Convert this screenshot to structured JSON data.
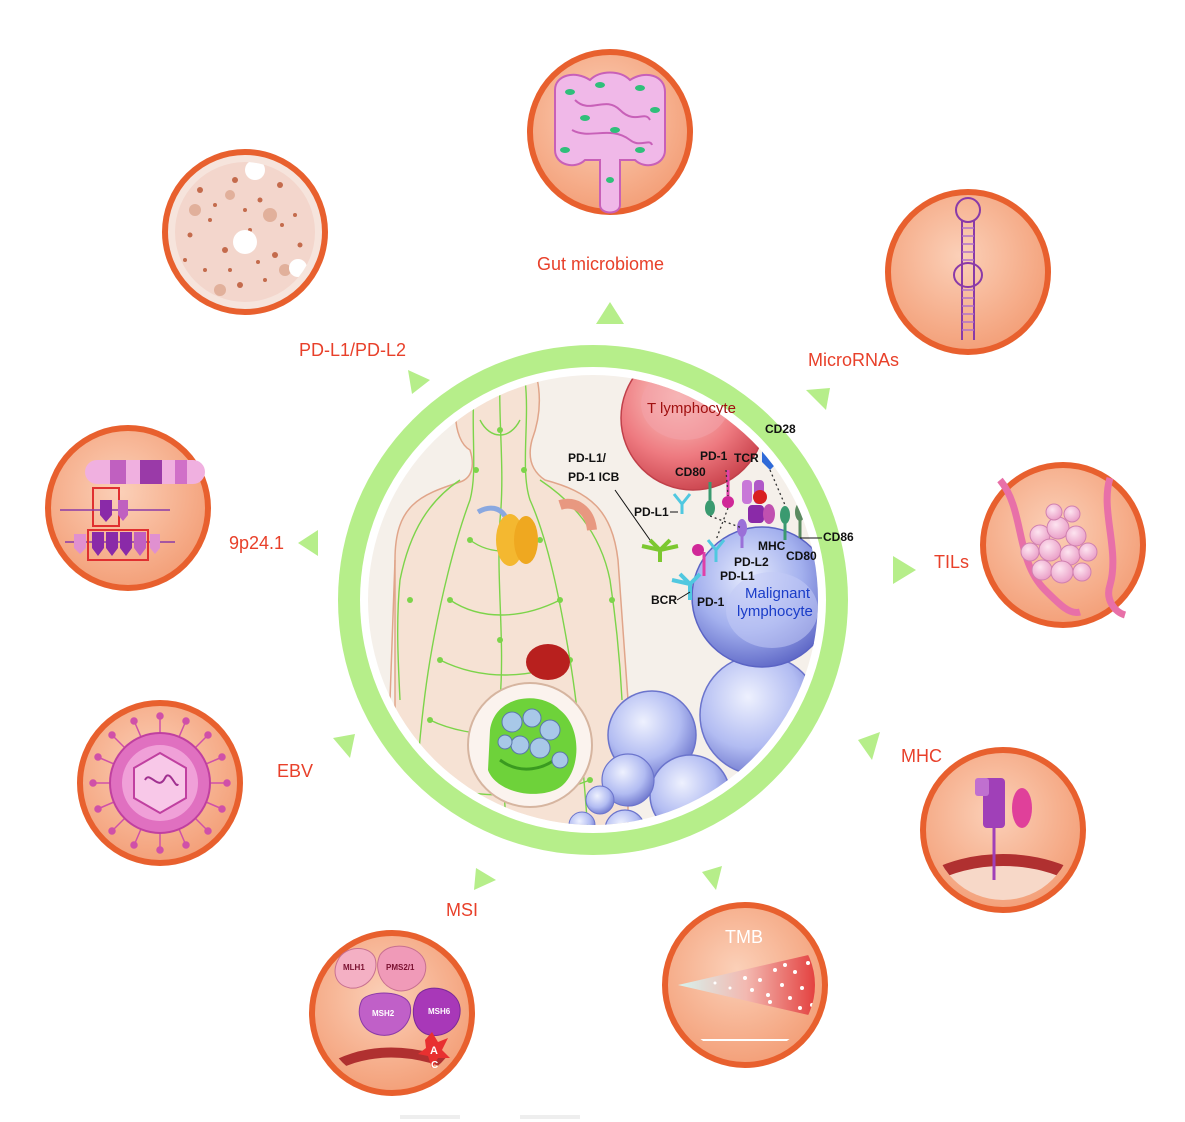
{
  "factors": {
    "gut_microbiome": "Gut microbiome",
    "micrornas": "MicroRNAs",
    "tils": "TILs",
    "mhc": "MHC",
    "tmb": "TMB",
    "msi": "MSI",
    "ebv": "EBV",
    "locus": "9p24.1",
    "pdl": "PD-L1/PD-L2"
  },
  "cells": {
    "t_cell": "T lymphocyte",
    "malignant_1": "Malignant",
    "malignant_2": "lymphocyte"
  },
  "molecules": {
    "cd28": "CD28",
    "pd1_top": "PD-1",
    "tcr": "TCR",
    "cd80_top": "CD80",
    "icb_1": "PD-L1/",
    "icb_2": "PD-1 ICB",
    "pdl1_left": "PD-L1",
    "mhc": "MHC",
    "cd80_bottom": "CD80",
    "cd86": "CD86",
    "pdl2": "PD-L2",
    "pdl1_bottom": "PD-L1",
    "bcr": "BCR",
    "pd1_bottom": "PD-1"
  },
  "msi_proteins": {
    "mlh1": "MLH1",
    "pms2": "PMS2/1",
    "msh2": "MSH2",
    "msh6": "MSH6",
    "base_a": "A",
    "base_c": "C"
  },
  "colors": {
    "label": "#e8402a",
    "ring": "#b6ee8a",
    "satellite_fill": "#f4a27c",
    "satellite_border": "#e8602e",
    "t_cell": "#e8707a",
    "malignant_cell": "#8e9ce6",
    "lymph": "#7cd44a"
  }
}
